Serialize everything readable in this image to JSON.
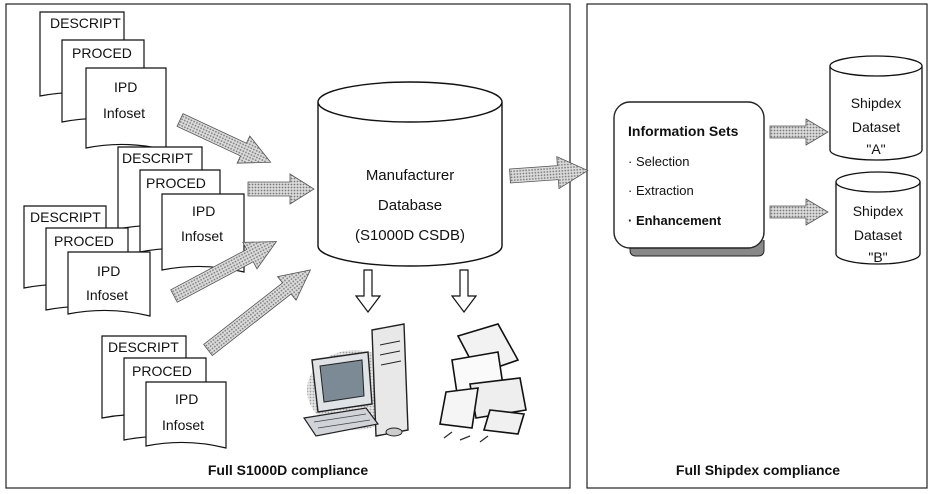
{
  "left_panel": {
    "caption": "Full S1000D compliance",
    "document_stacks": [
      {
        "descript": "DESCRIPT",
        "proced": "PROCED",
        "ipd_line1": "IPD",
        "ipd_line2": "Infoset"
      },
      {
        "descript": "DESCRIPT",
        "proced": "PROCED",
        "ipd_line1": "IPD",
        "ipd_line2": "Infoset"
      },
      {
        "descript": "DESCRIPT",
        "proced": "PROCED",
        "ipd_line1": "IPD",
        "ipd_line2": "Infoset"
      },
      {
        "descript": "DESCRIPT",
        "proced": "PROCED",
        "ipd_line1": "IPD",
        "ipd_line2": "Infoset"
      }
    ],
    "database": {
      "line1": "Manufacturer",
      "line2": "Database",
      "line3": "(S1000D CSDB)"
    },
    "outputs": [
      "computer-icon",
      "manuals-icon"
    ]
  },
  "right_panel": {
    "caption": "Full Shipdex compliance",
    "information_sets": {
      "title": "Information Sets",
      "items": [
        {
          "label": "· Selection",
          "bold": false
        },
        {
          "label": "· Extraction",
          "bold": false
        },
        {
          "label": "· Enhancement",
          "bold": true
        }
      ]
    },
    "datasets": [
      {
        "line1": "Shipdex",
        "line2": "Dataset",
        "line3": "\"A\""
      },
      {
        "line1": "Shipdex",
        "line2": "Dataset",
        "line3": "\"B\""
      }
    ]
  },
  "colors": {
    "line": "#222222",
    "arrow_fill": "#b8b8b8",
    "background": "#ffffff"
  }
}
